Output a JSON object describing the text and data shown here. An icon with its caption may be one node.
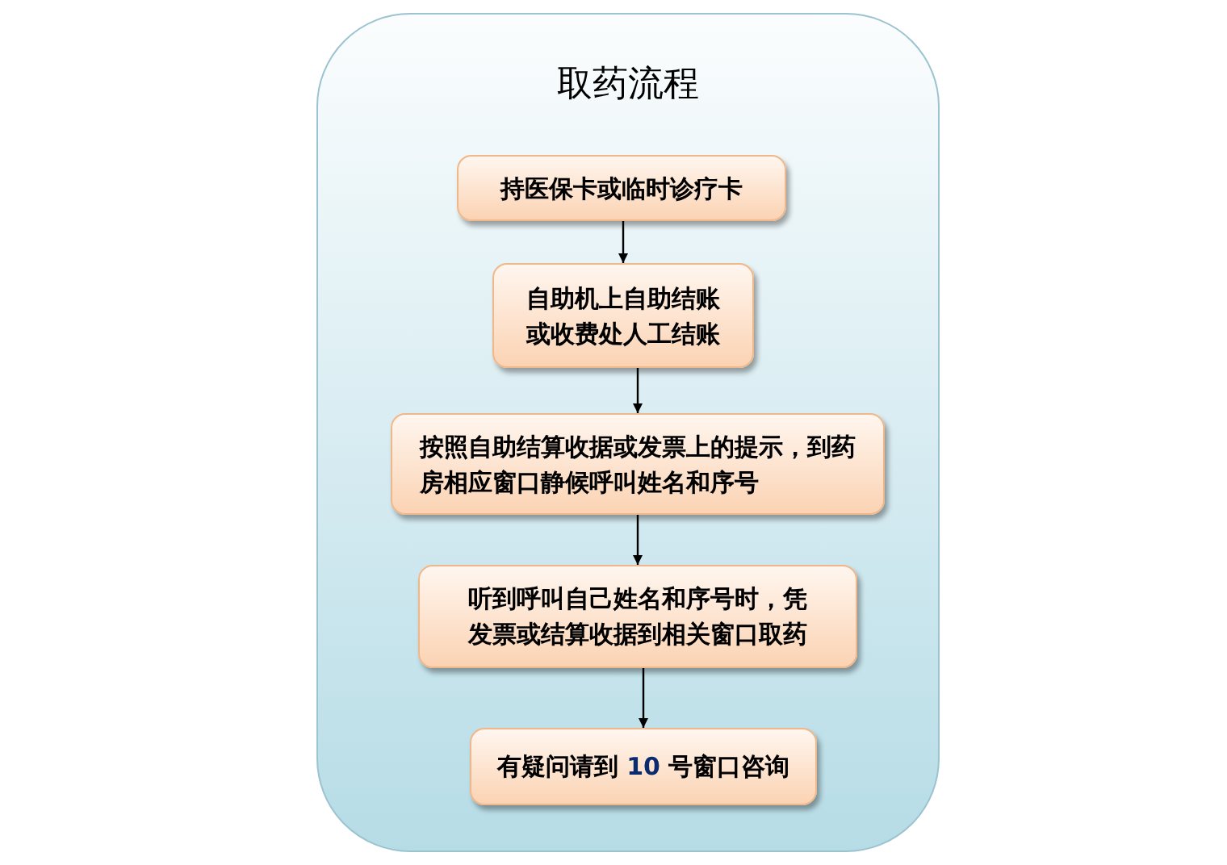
{
  "diagram": {
    "nodes": [
      {
        "text": [
          "取药流程"
        ]
      },
      {
        "text": [
          "持医保卡或临时诊疗卡"
        ],
        "in": 0
      },
      {
        "text": [
          "自助机上自助结账或收费处人工结账"
        ],
        "in": 0
      },
      {
        "text": [
          "按照自助结算收据或发票上的提示，到药房相应窗口静候呼叫姓名和序号"
        ],
        "in": 0
      },
      {
        "text": [
          "听到呼叫自己姓名和序号时，凭发票或结算收据到相关窗口取药"
        ],
        "in": 0
      },
      {
        "text": [
          "有疑问请到 **10** 号窗口咨询"
        ],
        "in": 0
      }
    ],
    "edges": [
      {
        "from": 1,
        "to": 2,
        "arrow": "to"
      },
      {
        "from": 2,
        "to": 3,
        "arrow": "to"
      },
      {
        "from": 3,
        "to": 4,
        "arrow": "to"
      },
      {
        "from": 4,
        "to": 5,
        "arrow": "to"
      }
    ]
  }
}
